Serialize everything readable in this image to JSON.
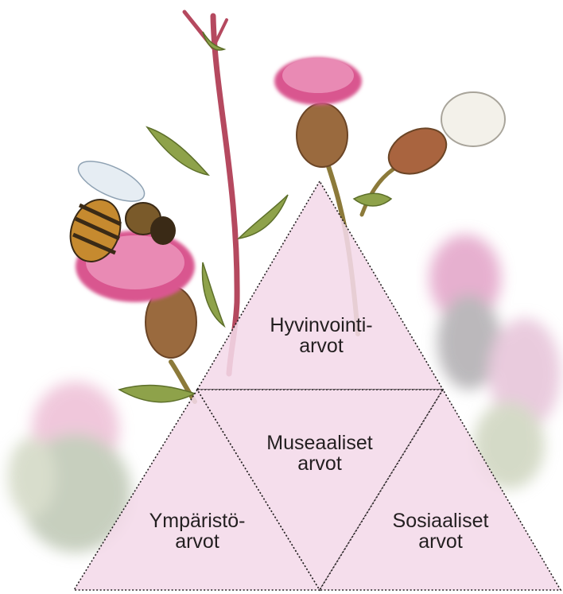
{
  "diagram": {
    "top": {
      "line1": "Hyvinvointi-",
      "line2": "arvot"
    },
    "center": {
      "line1": "Museaaliset",
      "line2": "arvot"
    },
    "left": {
      "line1": "Ympäristö-",
      "line2": "arvot"
    },
    "right": {
      "line1": "Sosiaaliset",
      "line2": "arvot"
    }
  },
  "colors": {
    "triangle_fill": "#f4dae9",
    "edge": "#231f20",
    "thistle_flower": "#d9568f",
    "stem": "#b5495f",
    "leaf": "#8ea24a"
  }
}
